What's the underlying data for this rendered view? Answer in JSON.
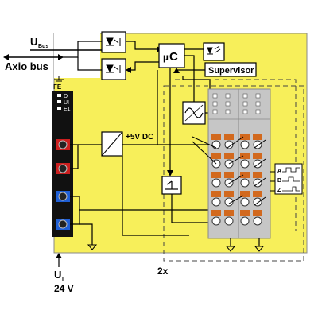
{
  "labels": {
    "ubus_main": "U",
    "ubus_sub": "Bus",
    "axio_bus": "Axio bus",
    "fe": "FE",
    "led_d": "D",
    "led_ui": "UI",
    "led_e1": "E1",
    "plus5v": "+5V DC",
    "uc_mu": "µ",
    "uc_c": "C",
    "supervisor": "Supervisor",
    "ui_main": "U",
    "ui_sub": "I",
    "v24": "24 V",
    "two_x": "2x",
    "ch_a": "A",
    "ch_b": "B",
    "ch_z": "Z"
  },
  "colors": {
    "module_fill": "#f7ef5a",
    "connector_grey": "#c6c6c6",
    "contact_orange": "#d2691e",
    "led_red": "#cc1f1f",
    "led_blue": "#1f5fd6",
    "black": "#000000"
  }
}
